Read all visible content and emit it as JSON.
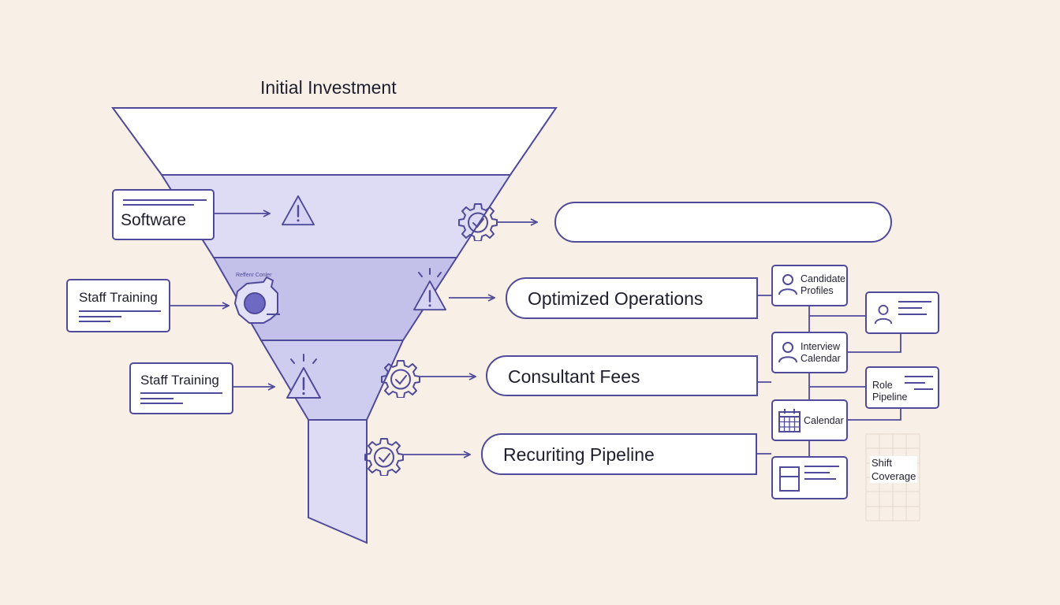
{
  "title": "Initial Investment",
  "left_cards": {
    "software": "Software",
    "staff_training_1": "Staff Training",
    "staff_training_2": "Staff Training"
  },
  "stage_badge": "Reffenr Conler",
  "outcomes": {
    "empty": "",
    "optimized": "Optimized Operations",
    "consultant": "Consultant Fees",
    "recruiting": "Recuriting Pipeline"
  },
  "nodes": {
    "candidate_profiles": [
      "Candidate",
      "Profiles"
    ],
    "interview_calendar": [
      "Interview",
      "Calendar"
    ],
    "role_pipeline": [
      "Role",
      "Pipeline"
    ],
    "calendar": "Calendar",
    "shift_coverage": [
      "Shift",
      "Coverage"
    ]
  },
  "colors": {
    "stroke": "#4f4a9a",
    "funnel_top": "#ffffff",
    "funnel_1": "#dddcf4",
    "funnel_2": "#c3c1ea",
    "funnel_3": "#cfcdef",
    "spout": "#dddcf4",
    "background": "#f8efe6"
  },
  "icons": [
    "warning-icon",
    "gear-check-icon",
    "gear-icon",
    "user-icon",
    "calendar-icon",
    "document-icon",
    "arrow-right-icon"
  ]
}
